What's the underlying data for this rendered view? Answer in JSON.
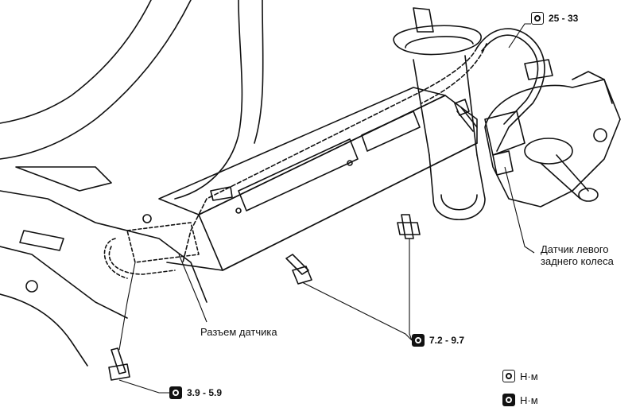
{
  "labels": {
    "sensor_rear_left_line1": "Датчик левого",
    "sensor_rear_left_line2": "заднего колеса",
    "sensor_connector": "Разъем датчика"
  },
  "torque_specs": {
    "top_bracket": "25 - 33",
    "crossmember_bolt": "7.2 - 9.7",
    "lower_bolt": "3.9 - 5.9"
  },
  "legend": {
    "unit_1": "Н·м",
    "unit_2": "Н·м"
  }
}
